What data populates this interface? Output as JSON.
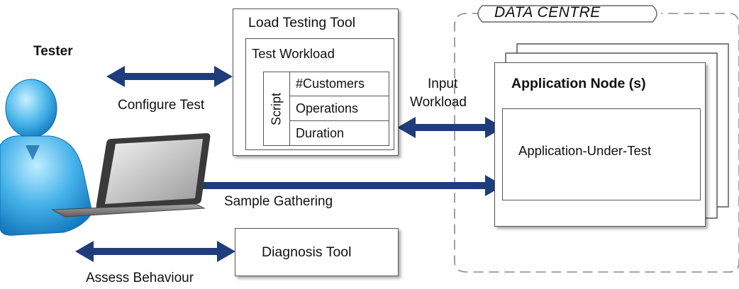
{
  "tester": {
    "label": "Tester"
  },
  "load_tool": {
    "title": "Load Testing Tool",
    "workload_title": "Test Workload",
    "script_label": "Script",
    "params": [
      "#Customers",
      "Operations",
      "Duration"
    ]
  },
  "data_centre": {
    "label": "DATA CENTRE",
    "node_title": "Application Node (s)",
    "aut_label": "Application-Under-Test"
  },
  "diagnosis_tool": {
    "label": "Diagnosis Tool"
  },
  "arrows": {
    "configure_test": "Configure Test",
    "input_workload_line1": "Input",
    "input_workload_line2": "Workload",
    "sample_gathering": "Sample Gathering",
    "assess_behaviour": "Assess Behaviour"
  },
  "colors": {
    "arrow": "#1f3d7a",
    "person_light": "#7fd3f7",
    "person_dark": "#1a8fd0",
    "laptop": "#8a8a8a"
  }
}
